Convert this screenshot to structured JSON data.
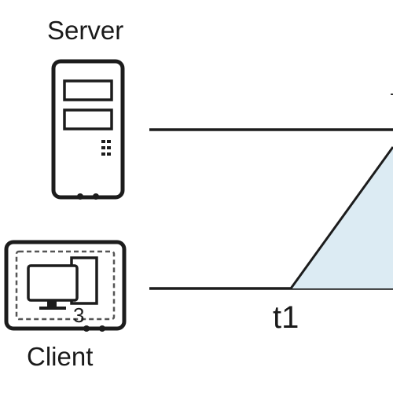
{
  "server": {
    "label": "Server",
    "icon": "server-tower-icon"
  },
  "client": {
    "label": "Client",
    "icon": "client-computer-icon"
  },
  "timeline": {
    "start_label": "t1"
  },
  "colors": {
    "stroke": "#1c1c1c",
    "transfer_fill": "#dcebf3",
    "background": "#ffffff"
  }
}
